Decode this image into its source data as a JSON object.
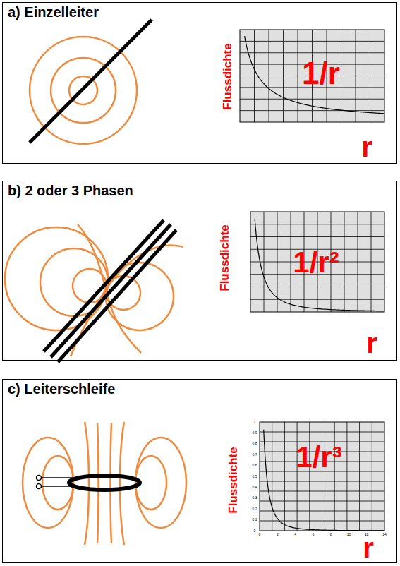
{
  "diagram": {
    "nodes": [
      {
        "text": [
          "a) Einzelleiter"
        ]
      },
      {
        "text": [
          "b) 2 oder 3 Phasen"
        ]
      },
      {
        "text": [
          "c) Leiterschleife"
        ]
      }
    ],
    "labels": [
      "Flussdichte",
      "1/r",
      "r",
      "Flussdichte",
      "1/r²",
      "r",
      "Flussdichte",
      "1/r³",
      "r",
      "1",
      "0.9",
      "0.8",
      "0.7",
      "0.6",
      "0.5",
      "0.4",
      "0.3",
      "0.2",
      "0.1",
      "0",
      "0",
      "2",
      "4",
      "6",
      "8",
      "10",
      "12",
      "14"
    ]
  }
}
